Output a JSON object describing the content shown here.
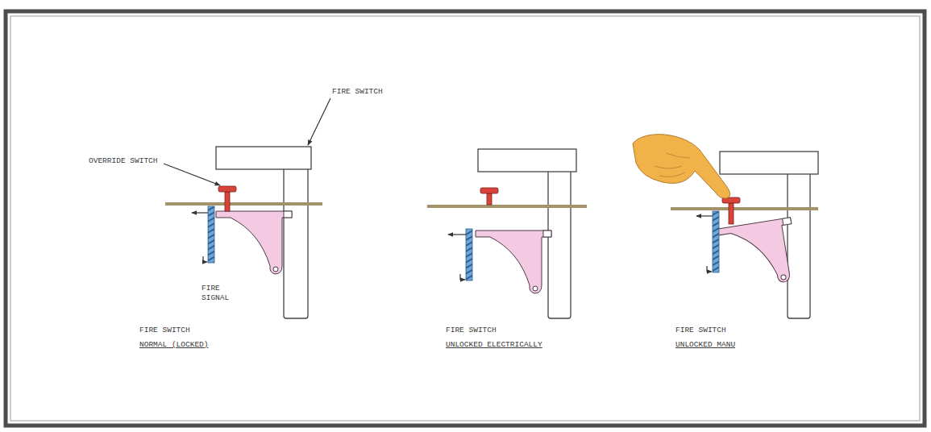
{
  "diagram": {
    "labels": [
      "FIRE SWITCH",
      "OVERRIDE SWITCH",
      "FIRE SIGNAL",
      "FIRE SWITCH",
      "NORMAL (LOCKED)",
      "FIRE SWITCH",
      "UNLOCKED ELECTRICALLY",
      "FIRE SWITCH",
      "UNLOCKED MANU"
    ]
  }
}
